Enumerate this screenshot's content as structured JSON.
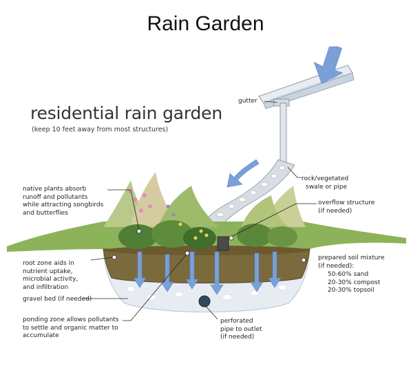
{
  "title": "Rain Garden",
  "subtitle": "residential rain garden",
  "note": "(keep 10 feet away from most structures)",
  "labels": {
    "gutter": [
      "gutter"
    ],
    "swale": [
      "rock/vegetated",
      "swale or pipe"
    ],
    "native_plants": [
      "native plants absorb",
      "runoff and pollutants",
      "while attracting songbirds",
      "and butterflies"
    ],
    "overflow": [
      "overflow structure",
      "(if needed)"
    ],
    "root_zone": [
      "root zone aids in",
      "nutrient uptake,",
      "microbial activity,",
      "and infiltration"
    ],
    "soil_mix": [
      "prepared soil mixture",
      "(if needed):"
    ],
    "soil_components": [
      "50-60% sand",
      "20-30% compost",
      "20-30% topsoil"
    ],
    "gravel": [
      "gravel bed (if needed)"
    ],
    "ponding": [
      "ponding zone allows pollutants",
      "to settle and organic matter to",
      "accumulate"
    ],
    "pipe": [
      "perforated",
      "pipe to outlet",
      "(if needed)"
    ]
  },
  "colors": {
    "water_arrow": "#7aa0d8",
    "soil": "#7a6a3c",
    "soil_dark": "#5c4e2a",
    "gravel": "#e6ecf2",
    "grass": "#6f9a44",
    "foliage": "#4f7f34",
    "flower": "#e48ab8"
  }
}
